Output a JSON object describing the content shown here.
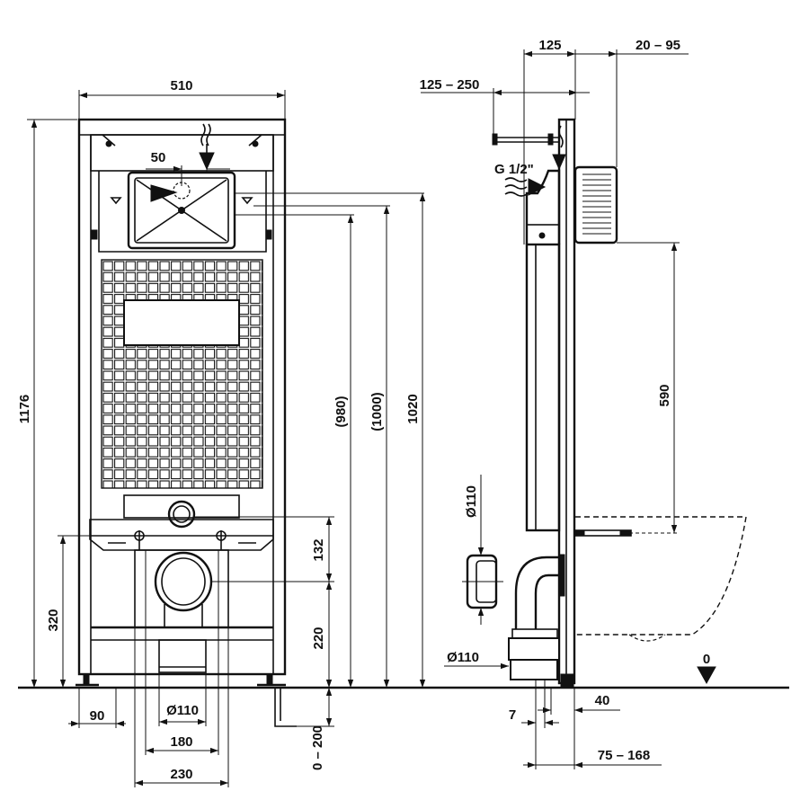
{
  "front_view": {
    "width_label": "510",
    "height_total_label": "1176",
    "inlet_offset_label": "50",
    "dim_980_label": "(980)",
    "dim_1000_label": "(1000)",
    "dim_1020_label": "1020",
    "dim_132_label": "132",
    "dim_220_label": "220",
    "dim_320_label": "320",
    "dim_0_200_label": "0 – 200",
    "foot_90_label": "90",
    "pipe_110_label": "Ø110",
    "bolt_180_label": "180",
    "frame_230_label": "230"
  },
  "side_view": {
    "dim_125_label": "125",
    "dim_20_95_label": "20 – 95",
    "dim_125_250_label": "125 – 250",
    "thread_label": "G 1/2\"",
    "dim_590_label": "590",
    "pipe_top_label": "Ø110",
    "pipe_bottom_label": "Ø110",
    "floor_zero_label": "0",
    "dim_7_label": "7",
    "dim_40_label": "40",
    "dim_75_168_label": "75 – 168"
  }
}
